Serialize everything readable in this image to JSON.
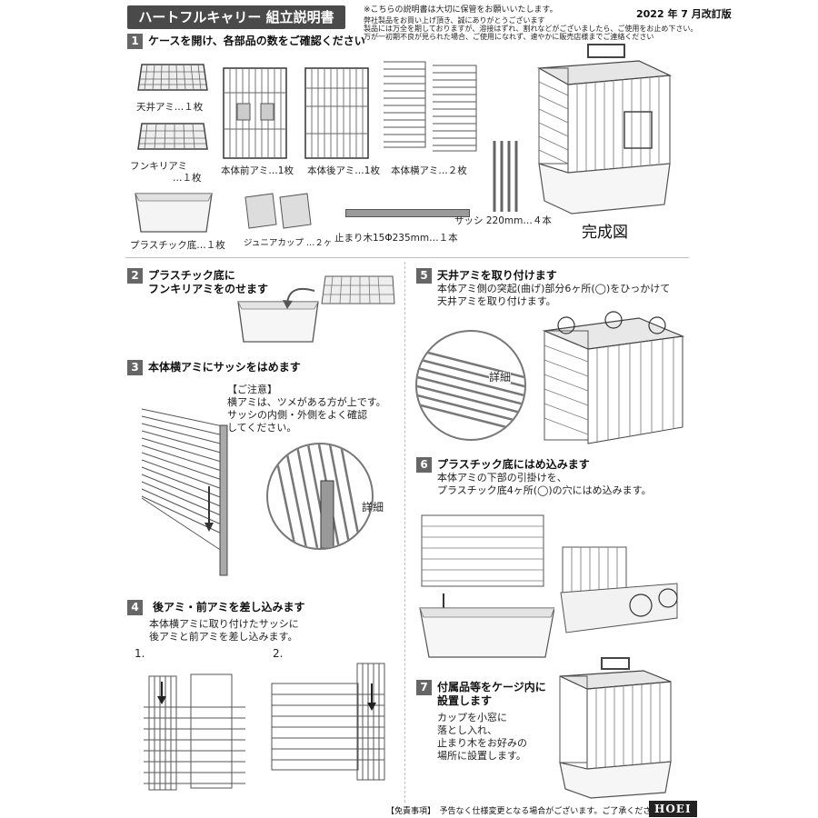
{
  "header": {
    "title": "ハートフルキャリー 組立説明書",
    "note_keep": "※こちらの説明書は大切に保管をお願いいたします。",
    "date": "2022 年 7 月改訂版",
    "note_lines": [
      "弊社製品をお買い上げ頂き、誠にありがとうございます",
      "製品には万全を期しておりますが、溶接はずれ、割れなどがございましたら、ご使用をお止め下さい。",
      "万が一初期不良が見られた場合、ご使用になれず、速やかに販売店様までご連絡ください"
    ]
  },
  "step1": {
    "num": "1",
    "title": "ケースを開け、各部品の数をご確認ください",
    "parts": {
      "ceiling": "天井アミ…１枚",
      "fence_a": "フンキリアミ",
      "fence_b": "…１枚",
      "front": "本体前アミ…1枚",
      "back": "本体後アミ…1枚",
      "side": "本体横アミ…２枚",
      "base": "プラスチック底…１枚",
      "cup": "ジュニアカップ …２ヶ",
      "perch": "止まり木15Φ235mm…１本",
      "sash": "サッシ 220mm…４本",
      "complete": "完成図"
    }
  },
  "step2": {
    "num": "2",
    "title_1": "プラスチック底に",
    "title_2": "フンキリアミをのせます"
  },
  "step3": {
    "num": "3",
    "title": "本体横アミにサッシをはめます",
    "caution_head": "【ご注意】",
    "caution_lines": [
      "横アミは、ツメがある方が上です。",
      "サッシの内側・外側をよく確認",
      "してください。"
    ],
    "detail": "詳細"
  },
  "step4": {
    "num": "4",
    "title": "後アミ・前アミを差し込みます",
    "body_lines": [
      "本体横アミに取り付けたサッシに",
      "後アミと前アミを差し込みます。"
    ],
    "sub1": "1.",
    "sub2": "2."
  },
  "step5": {
    "num": "5",
    "title": "天井アミを取り付けます",
    "body_lines": [
      "本体アミ側の突起(曲げ)部分6ヶ所(◯)をひっかけて",
      "天井アミを取り付けます。"
    ],
    "detail": "詳細"
  },
  "step6": {
    "num": "6",
    "title": "プラスチック底にはめ込みます",
    "body_lines": [
      "本体アミの下部の引掛けを、",
      "プラスチック底4ヶ所(◯)の穴にはめ込みます。"
    ]
  },
  "step7": {
    "num": "7",
    "title_1": "付属品等をケージ内に",
    "title_2": "設置します",
    "body_lines": [
      "カップを小窓に",
      "落とし入れ、",
      "止まり木をお好みの",
      "場所に設置します。"
    ]
  },
  "footer": {
    "disclaimer": "【免責事項】　予告なく仕様変更となる場合がございます。ご了承ください。",
    "brand": "HOEI"
  }
}
